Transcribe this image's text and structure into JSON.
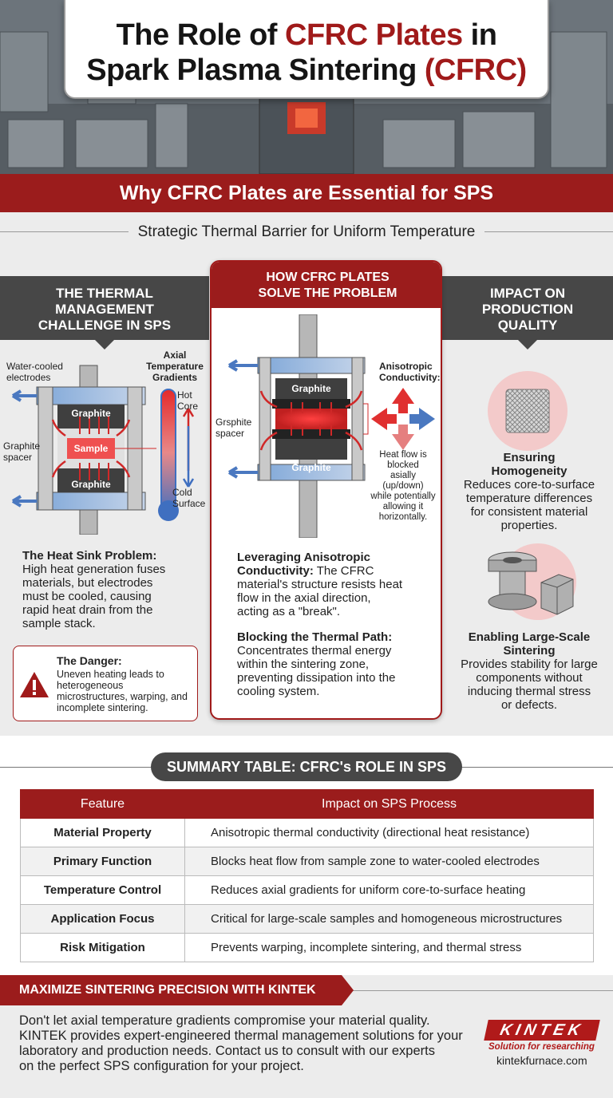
{
  "hero": {
    "title_part1": "The Role of ",
    "title_highlight1": "CFRC Plates",
    "title_part2": " in",
    "title_line2": "Spark Plasma Sintering ",
    "title_highlight2": "(CFRC)"
  },
  "banner": {
    "text": "Why CFRC Plates are Essential for SPS"
  },
  "subtitle": "Strategic Thermal Barrier for Uniform Temperature",
  "left_column": {
    "header": [
      "THE THERMAL",
      "MANAGEMENT",
      "CHALLENGE IN SPS"
    ],
    "labels": {
      "electrodes": [
        "Water-cooled",
        "electrodes"
      ],
      "spacer": [
        "Graphite",
        "spacer"
      ],
      "graphite_top": "Graphite",
      "sample": "Sample",
      "graphite_bottom": "Graphite",
      "gradient_title": [
        "Axial",
        "Temperature",
        "Gradients"
      ],
      "hot": [
        "Hot",
        "Core"
      ],
      "cold": [
        "Cold",
        "Surface"
      ]
    },
    "heat_sink_title": "The Heat Sink Problem:",
    "heat_sink_text": [
      "High heat generation fuses",
      "materials, but electrodes",
      "must be cooled, causing",
      "rapid heat drain from the",
      "sample stack."
    ],
    "danger_title": "The Danger:",
    "danger_text": [
      "Uneven heating leads to",
      "heterogeneous",
      "microstructures, warping, and",
      "incomplete sintering."
    ]
  },
  "center_column": {
    "header": [
      "HOW CFRC PLATES",
      "SOLVE THE PROBLEM"
    ],
    "labels": {
      "graphite_top": "Graphite",
      "graphite_bottom": "Graphite",
      "spacer": [
        "Grsphite",
        "spacer"
      ],
      "aniso_title": [
        "Anisotropic",
        "Conductivity:"
      ],
      "heat_note": [
        "Heat flow is",
        "blocked",
        "asially",
        "(up/down)",
        "while potentially",
        "allowing it",
        "horizontally."
      ]
    },
    "p1_title": "Leveraging Anisotropic",
    "p1_title2": "Conductivity:",
    "p1_text_first": " The CFRC",
    "p1_text": [
      "material's structure resists heat",
      "flow in the axial direction,",
      "acting as a \"break\"."
    ],
    "p2_title": "Blocking the Thermal Path:",
    "p2_text": [
      "Concentrates thermal energy",
      "within the sintering zone,",
      "preventing dissipation into the",
      "cooling system."
    ]
  },
  "right_column": {
    "header": [
      "IMPACT ON",
      "PRODUCTION",
      "QUALITY"
    ],
    "item1_title": "Ensuring",
    "item1_title2": "Homogeneity",
    "item1_text": [
      "Reduces core-to-surface",
      "temperature differences",
      "for consistent material",
      "properties."
    ],
    "item2_title": "Enabling Large-Scale",
    "item2_title2": "Sintering",
    "item2_text": [
      "Provides stability for large",
      "components without",
      "inducing thermal stress",
      "or defects."
    ]
  },
  "summary": {
    "title": "SUMMARY TABLE: CFRC's ROLE IN SPS",
    "columns": [
      "Feature",
      "Impact on SPS Process"
    ],
    "rows": [
      [
        "Material Property",
        "Anisotropic thermal conductivity (directional heat resistance)"
      ],
      [
        "Primary Function",
        "Blocks heat flow from sample zone to water-cooled electrodes"
      ],
      [
        "Temperature Control",
        "Reduces axial gradients for uniform core-to-surface heating"
      ],
      [
        "Application Focus",
        "Critical for large-scale samples and homogeneous microstructures"
      ],
      [
        "Risk Mitigation",
        "Prevents warping, incomplete sintering, and thermal stress"
      ]
    ]
  },
  "cta": {
    "heading": "MAXIMIZE SINTERING PRECISION WITH KINTEK",
    "text": [
      "Don't let axial temperature gradients compromise your material quality.",
      "KINTEK provides expert-engineered thermal management solutions for your",
      "laboratory and production needs. Contact us to consult with our experts",
      "on the perfect SPS configuration for your project."
    ],
    "logo": "KINTEK",
    "tagline": "Solution for researching",
    "url": "kintekfurnace.com"
  },
  "colors": {
    "brand_red": "#9b1c1c",
    "dark_gray": "#474747",
    "heat_red": "#e03030",
    "cool_blue": "#4a78c0"
  }
}
